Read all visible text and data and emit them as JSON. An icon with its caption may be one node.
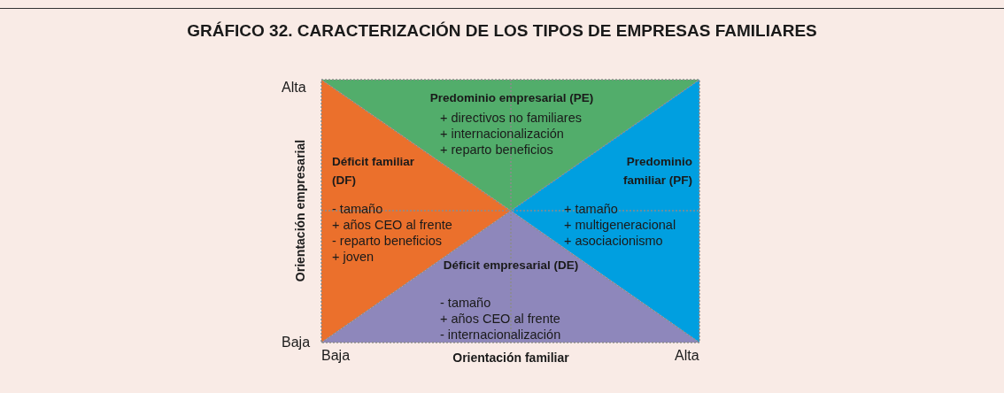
{
  "diagram": {
    "title": "GRÁFICO 32. CARACTERIZACIÓN DE LOS TIPOS DE EMPRESAS FAMILIARES",
    "nodes": [
      {
        "text": [
          "Predominio empresarial (PE)",
          "+ directivos no familiares",
          "+ internacionalización",
          "+ reparto beneficios"
        ]
      },
      {
        "text": [
          "Déficit familiar (DF)",
          "- tamaño",
          "+ años CEO al frente",
          "- reparto beneficios",
          "+ joven"
        ]
      },
      {
        "text": [
          "Predominio familiar (PF)",
          "+ tamaño",
          "+ multigeneracional",
          "+ asociacionismo"
        ]
      },
      {
        "text": [
          "Déficit empresarial (DE)",
          "- tamaño",
          "+ años CEO al frente",
          "- internacionalización"
        ]
      }
    ],
    "labels": [
      "Alta",
      "Orientación empresarial",
      "Baja",
      "Baja",
      "Orientación familiar",
      "Alta"
    ]
  }
}
